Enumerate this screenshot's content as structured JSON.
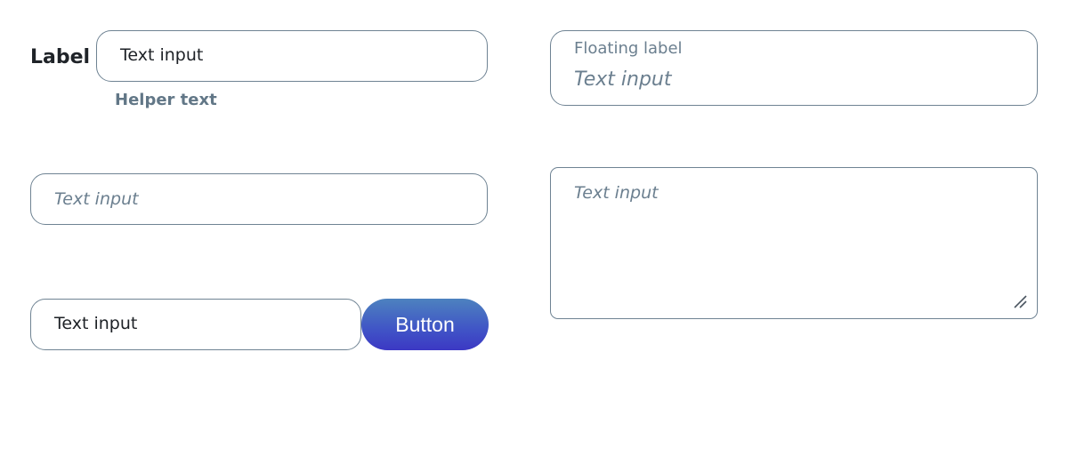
{
  "labeled_input": {
    "label": "Label",
    "value": "Text input",
    "helper": "Helper text"
  },
  "floating_input": {
    "label": "Floating label",
    "placeholder": "Text input"
  },
  "plain_input": {
    "placeholder": "Text input"
  },
  "input_with_button": {
    "value": "Text input",
    "button_label": "Button"
  },
  "textarea": {
    "placeholder": "Text input"
  },
  "colors": {
    "border": "#6f8393",
    "placeholder": "#6b7f8f",
    "button_top": "#4d82bf",
    "button_bottom": "#3c38c4"
  }
}
